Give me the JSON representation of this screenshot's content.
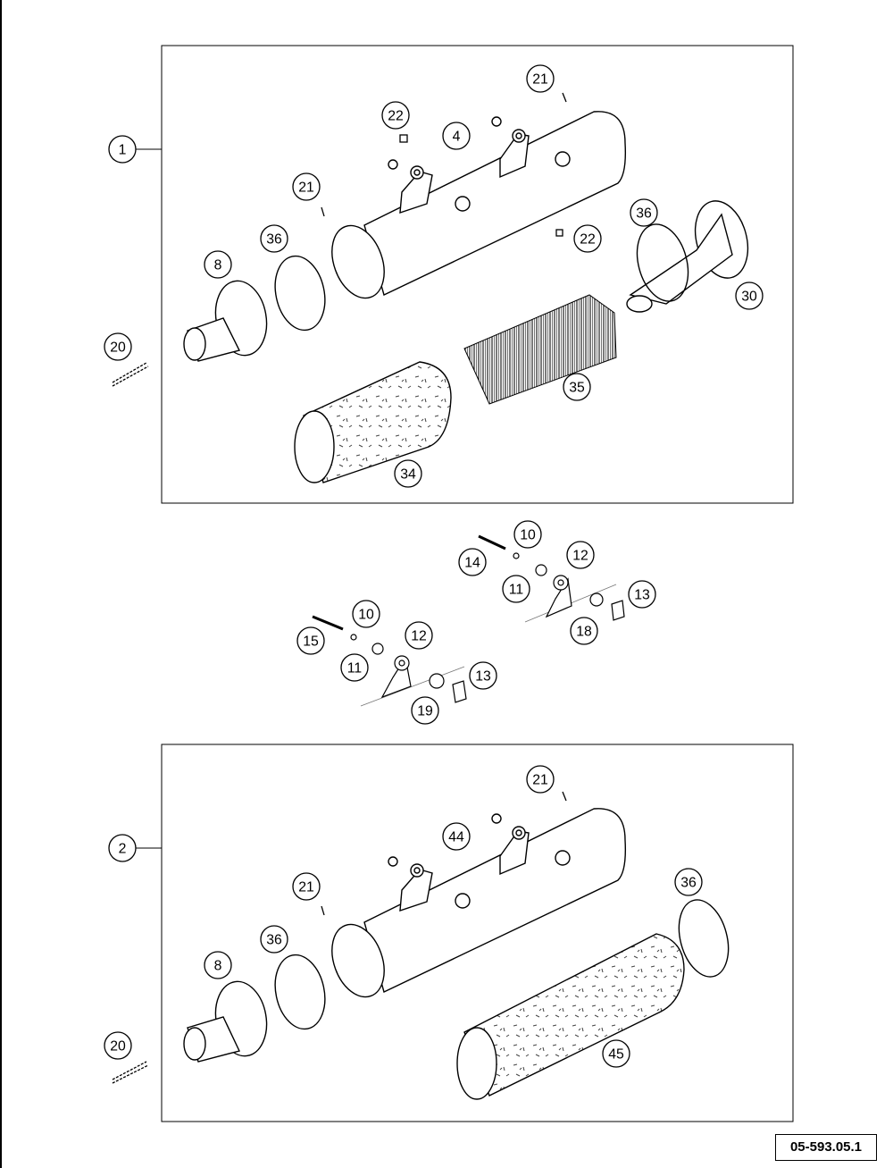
{
  "reference_code": "05-593.05.1",
  "assemblies": [
    {
      "number": "1",
      "callouts": [
        "21",
        "22",
        "4",
        "21",
        "36",
        "22",
        "8",
        "36",
        "30",
        "20",
        "35",
        "34"
      ]
    },
    {
      "number": "2",
      "callouts": [
        "21",
        "44",
        "21",
        "36",
        "36",
        "8",
        "20",
        "45"
      ]
    }
  ],
  "mounting_kits": [
    {
      "callouts": [
        "10",
        "14",
        "12",
        "11",
        "13",
        "18"
      ]
    },
    {
      "callouts": [
        "10",
        "15",
        "12",
        "11",
        "13",
        "19"
      ]
    }
  ]
}
